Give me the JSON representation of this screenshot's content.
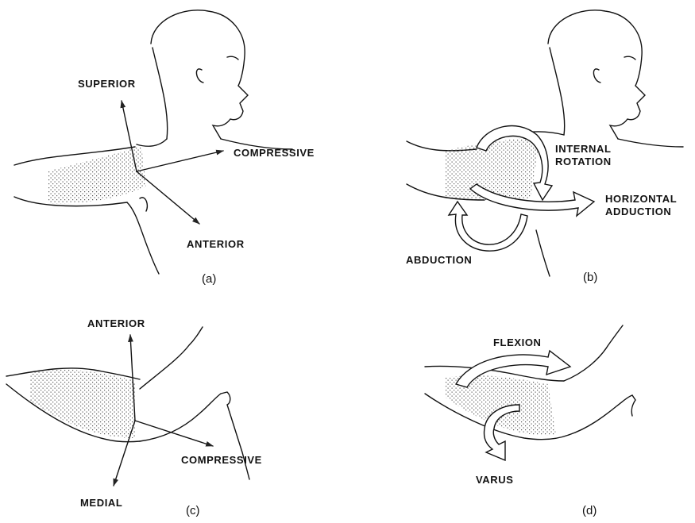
{
  "panels": {
    "a": {
      "caption": "(a)",
      "labels": {
        "superior": "SUPERIOR",
        "compressive": "COMPRESSIVE",
        "anterior": "ANTERIOR"
      }
    },
    "b": {
      "caption": "(b)",
      "labels": {
        "internal_rotation_1": "INTERNAL",
        "internal_rotation_2": "ROTATION",
        "horizontal_adduction_1": "HORIZONTAL",
        "horizontal_adduction_2": "ADDUCTION",
        "abduction": "ABDUCTION"
      }
    },
    "c": {
      "caption": "(c)",
      "labels": {
        "anterior": "ANTERIOR",
        "compressive": "COMPRESSIVE",
        "medial": "MEDIAL"
      }
    },
    "d": {
      "caption": "(d)",
      "labels": {
        "flexion": "FLEXION",
        "varus": "VARUS"
      }
    }
  }
}
